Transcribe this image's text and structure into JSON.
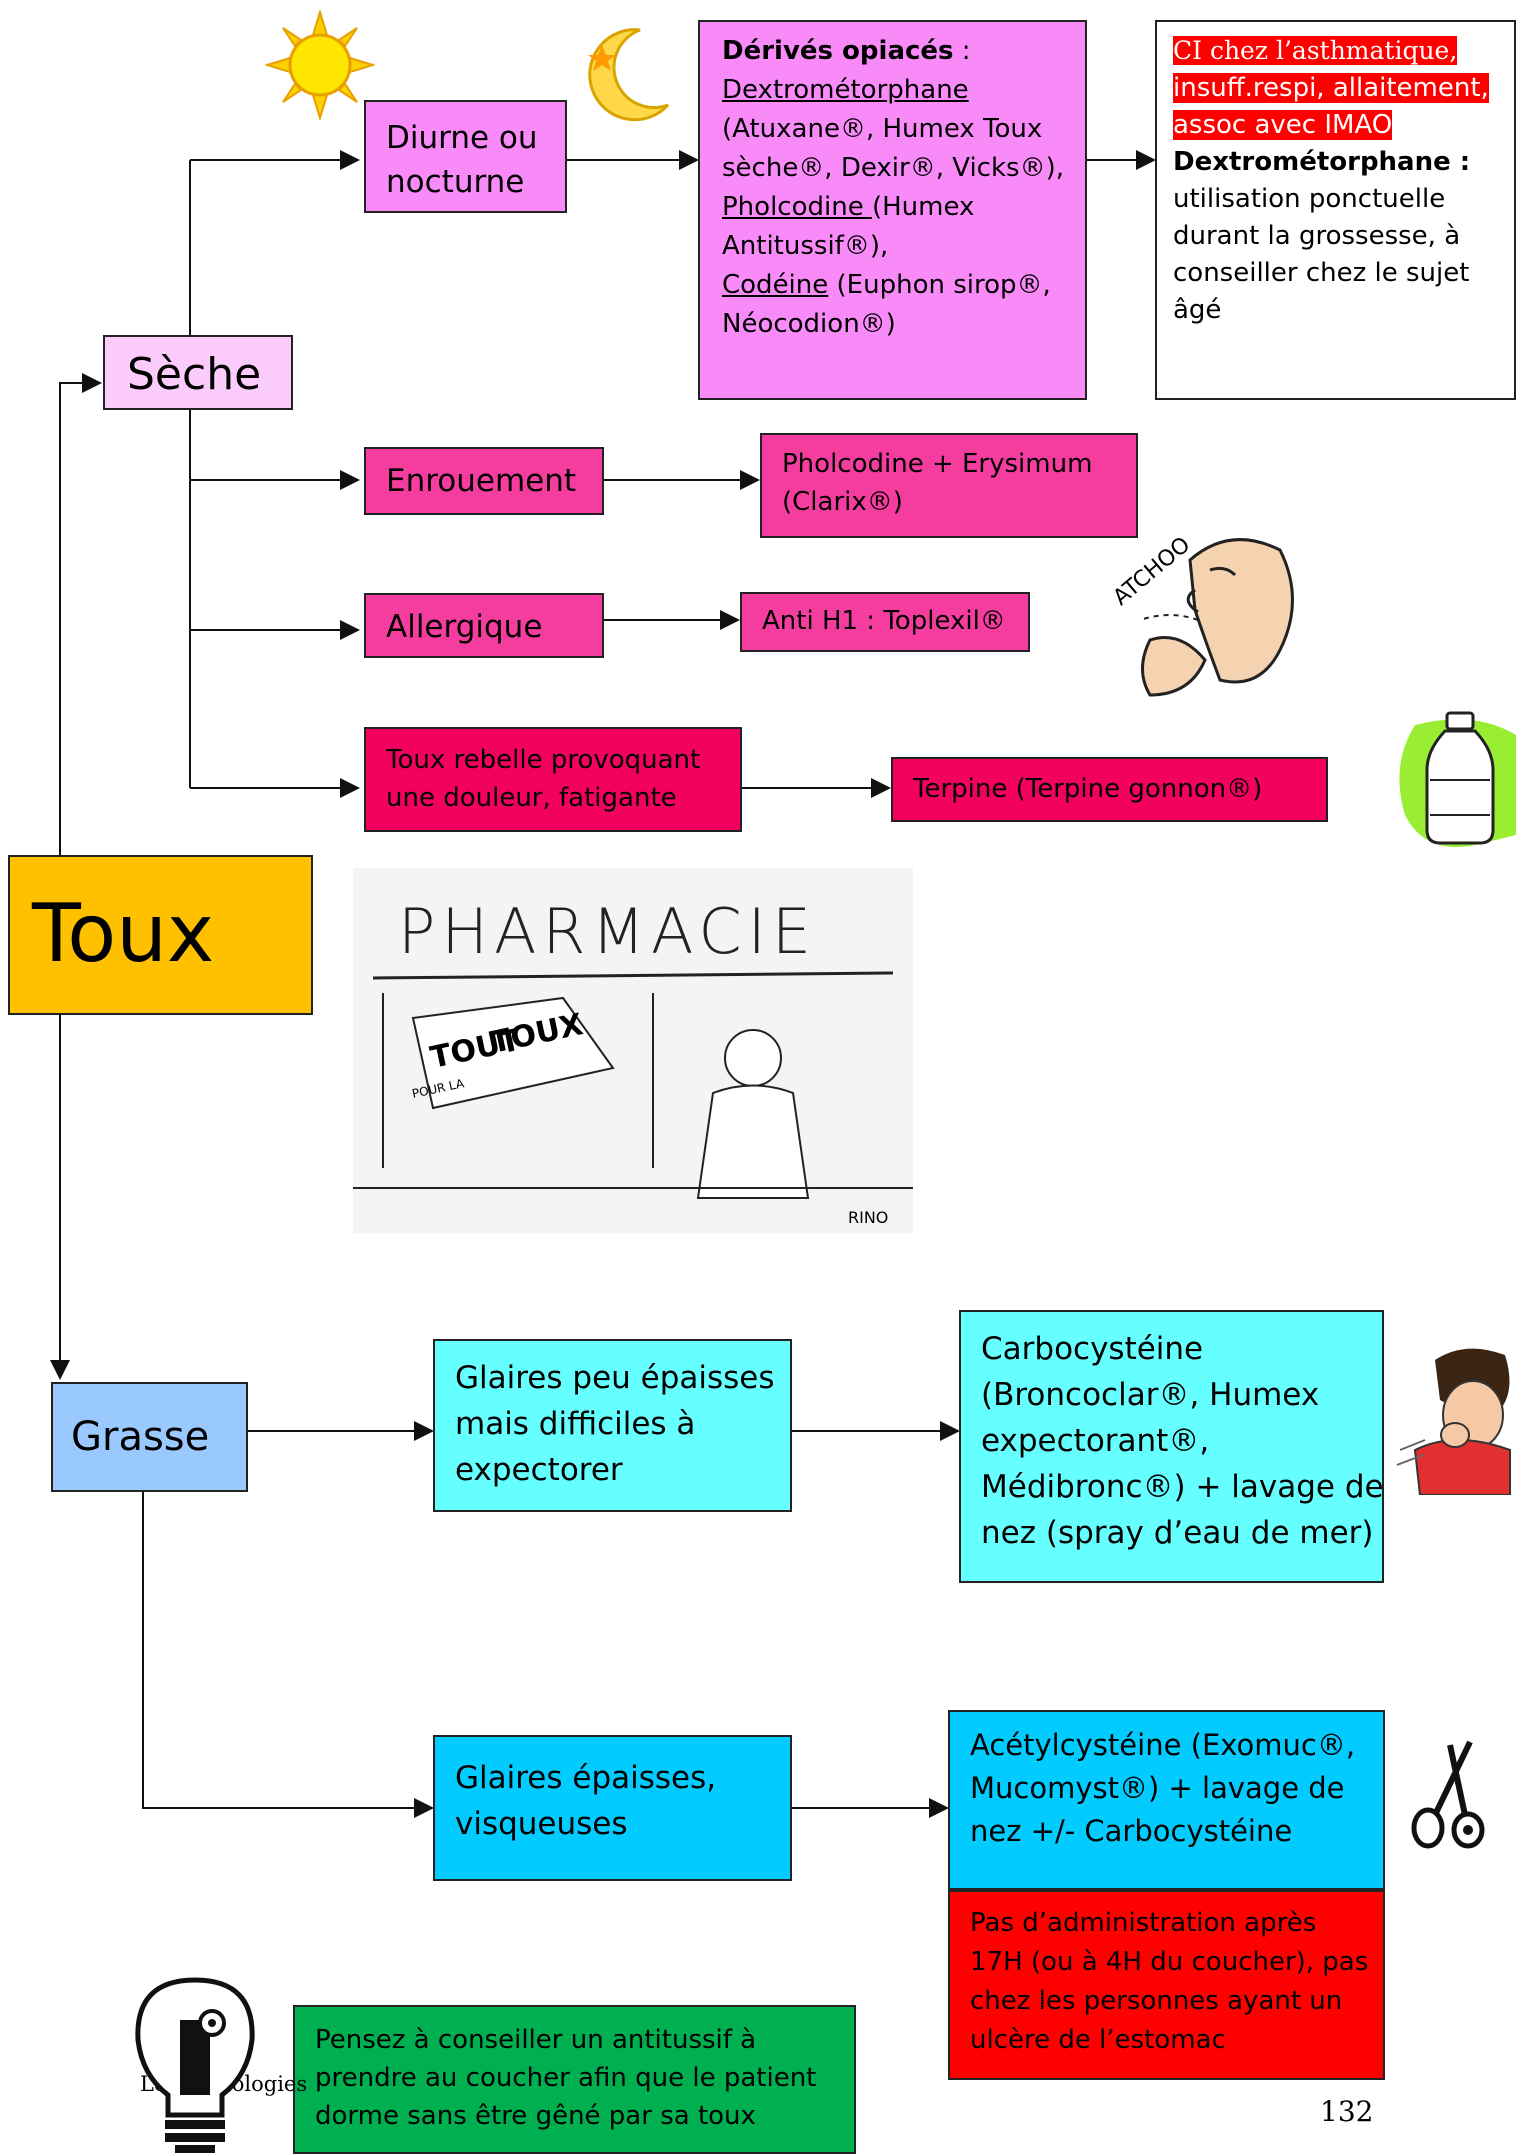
{
  "root": {
    "label": "Toux"
  },
  "seche": {
    "label": "Sèche",
    "diurne": {
      "label_l1": "Diurne ou",
      "label_l2": "nocturne"
    },
    "opiaces": {
      "heading": "Dérivés opiacés",
      "heading_suffix": " :",
      "dextro": "Dextrométorphane",
      "dextro_brands_l1": "(Atuxane®, Humex Toux",
      "dextro_brands_l2": "sèche®, Dexir®, Vicks®),",
      "pholco": "Pholcodine ",
      "pholco_brands_l1": "(Humex",
      "pholco_brands_l2": "Antitussif®),",
      "codeine": "Codéine",
      "codeine_brands_l1": " (Euphon sirop®,",
      "codeine_brands_l2": "Néocodion®)"
    },
    "ci": {
      "warn_l1": "CI chez l’asthmatique,",
      "warn_l2": "insuff.respi, allaitement,",
      "warn_l3": "assoc avec IMAO",
      "bold_line": "Dextrométorphane :",
      "l1": "utilisation ponctuelle",
      "l2": "durant la grossesse, à",
      "l3": "conseiller chez le sujet",
      "l4": "âgé"
    },
    "enrouement": {
      "label": "Enrouement",
      "treatment_l1": "Pholcodine + Erysimum",
      "treatment_l2": "(Clarix®)"
    },
    "allergique": {
      "label": "Allergique",
      "treatment": "Anti H1 : Toplexil®"
    },
    "rebelle": {
      "label_l1": "Toux rebelle provoquant",
      "label_l2": "une douleur, fatigante",
      "treatment": "Terpine (Terpine gonnon®)"
    }
  },
  "grasse": {
    "label": "Grasse",
    "peu_epaisses": {
      "l1": "Glaires peu épaisses",
      "l2": "mais difficiles à",
      "l3": "expectorer"
    },
    "carbocysteine": {
      "l1": "Carbocystéine",
      "l2": "(Broncoclar®, Humex",
      "l3": "expectorant®,",
      "l4": "Médibronc®) + lavage de",
      "l5": "nez (spray d’eau de mer)"
    },
    "epaisses": {
      "l1": "Glaires épaisses,",
      "l2": "visqueuses"
    },
    "acetyl": {
      "l1": "Acétylcystéine (Exomuc®,",
      "l2": "Mucomyst®) + lavage de",
      "l3": "nez +/- Carbocystéine"
    },
    "acetyl_warn": {
      "l1": "Pas d’administration après",
      "l2": "17H (ou à 4H du coucher), pas",
      "l3": "chez les personnes ayant un",
      "l4": "ulcère de l’estomac"
    }
  },
  "tip": {
    "l1": "Pensez à conseiller un antitussif à",
    "l2": "prendre au coucher afin que le patient",
    "l3": "dorme sans être gêné par sa toux"
  },
  "cartoon": {
    "sign": "PHARMACIE",
    "poster_1": "TOUT",
    "poster_2": "TOUX",
    "poster_small": "POUR LA",
    "signature": "RINO"
  },
  "sneeze_text": "ATCHOO",
  "footer": {
    "left": "Les pathologies",
    "page_number": "132"
  },
  "colors": {
    "orange": "#FFC000",
    "pink_light": "#FBCBFB",
    "magenta": "#F98BF9",
    "hot_pink": "#F43D9F",
    "deep_pink": "#F2015E",
    "cyan": "#66FFFF",
    "sky": "#02CCFF",
    "blue_light": "#99C9FF",
    "red": "#FF0000",
    "green": "#00AF4F"
  }
}
